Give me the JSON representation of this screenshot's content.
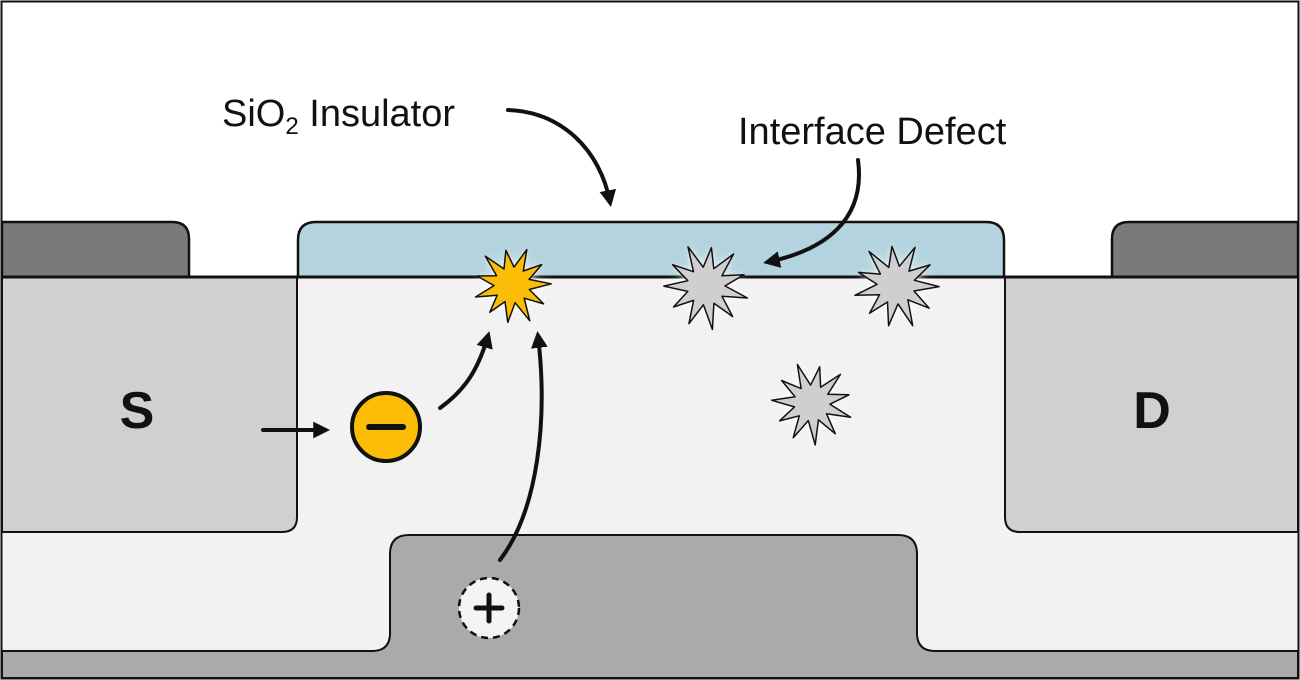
{
  "labels": {
    "insulator": "SiO",
    "insulator_subscript": "2",
    "insulator_suffix": " Insulator",
    "defect": "Interface Defect",
    "source": "S",
    "drain": "D"
  },
  "charges": {
    "electron_symbol": "minus",
    "hole_symbol": "plus"
  },
  "colors": {
    "insulator": "#b3d3de",
    "substrate": "#f2f2f2",
    "source_drain": "#d0d0d0",
    "contact": "#7a7a7a",
    "gate": "#aaaaaa",
    "active_defect": "#fbbd05",
    "defect": "#cfcfcf",
    "electron": "#fbbd05",
    "outline": "#111111"
  },
  "icons": {
    "active_defect": "starburst-icon",
    "defect": "starburst-icon",
    "electron": "minus-circle-icon",
    "hole": "plus-circle-dashed-icon"
  }
}
